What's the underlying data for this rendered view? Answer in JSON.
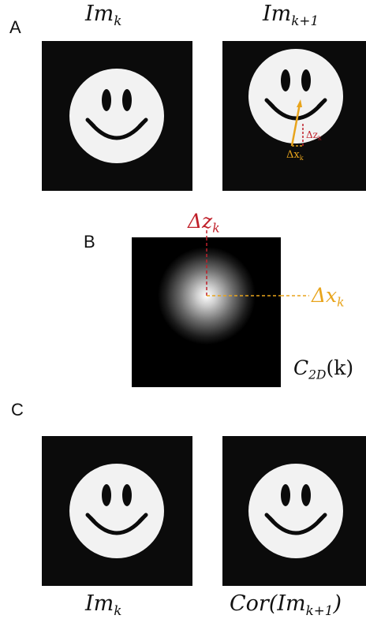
{
  "panels": {
    "A": {
      "letter": "A",
      "left_caption": {
        "base": "Im",
        "sub": "k"
      },
      "right_caption": {
        "base": "Im",
        "sub": "k+1"
      },
      "dz_label": {
        "delta": "Δz",
        "sub": "k"
      },
      "dx_label": {
        "delta": "Δx",
        "sub": "k"
      }
    },
    "B": {
      "letter": "B",
      "dz_label": {
        "delta": "Δz",
        "sub": "k"
      },
      "dx_label": {
        "delta": "Δx",
        "sub": "k"
      },
      "map_label": {
        "base": "C",
        "sub": "2D",
        "arg": "(k)"
      }
    },
    "C": {
      "letter": "C",
      "left_caption": {
        "base": "Im",
        "sub": "k"
      },
      "right_caption": {
        "func": "Cor(Im",
        "sub": "k+1",
        "close": ")"
      }
    }
  },
  "colors": {
    "frame_bg": "#0b0b0b",
    "face": "#f2f2f2",
    "features": "#0b0b0b",
    "dz_color": "#c0202a",
    "dx_color": "#e8a41c"
  }
}
